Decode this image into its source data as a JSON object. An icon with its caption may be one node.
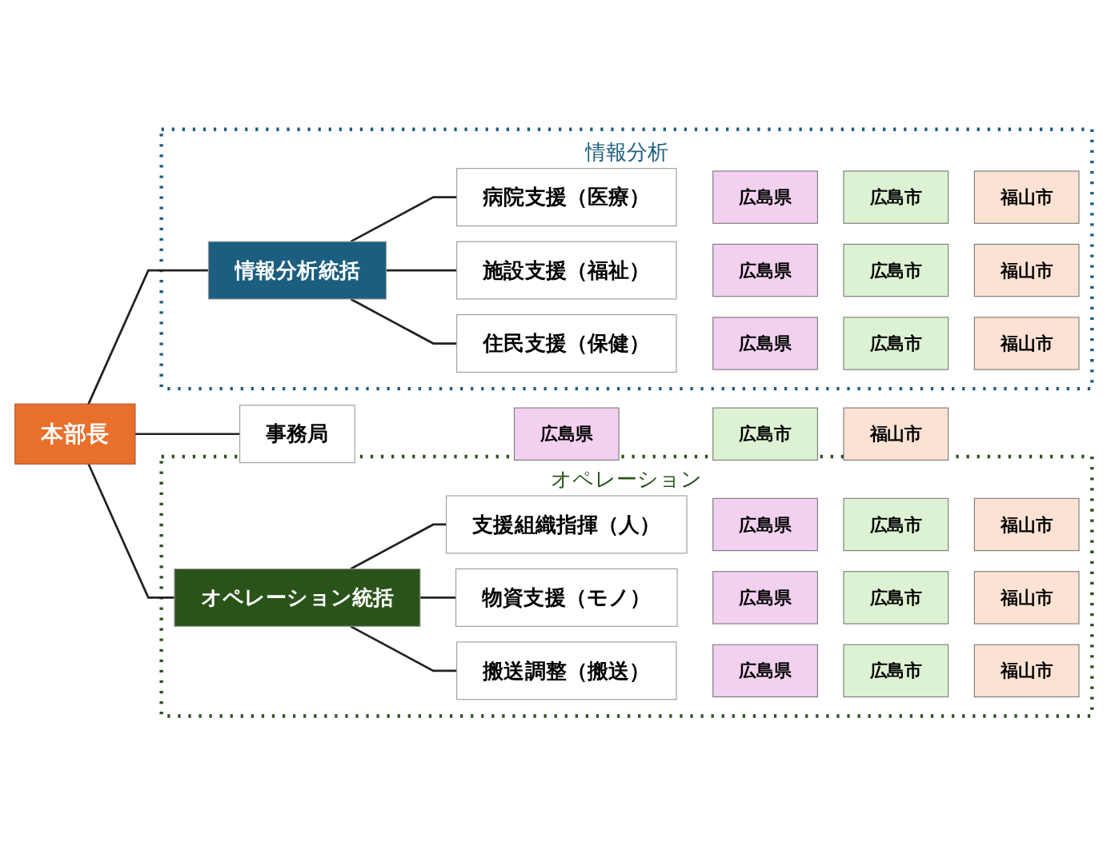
{
  "diagram": {
    "nodes": [
      {
        "text": [
          "本部長"
        ]
      },
      {
        "text": [
          "事務局"
        ]
      },
      {
        "text": [
          "広島県"
        ]
      },
      {
        "text": [
          "広島市"
        ]
      },
      {
        "text": [
          "福山市"
        ]
      },
      {
        "text": [
          "オペレーション"
        ]
      },
      {
        "text": [
          "オペレーション統括"
        ],
        "in": 5
      },
      {
        "text": [
          "支援組織指揮（人）"
        ],
        "in": 5
      },
      {
        "text": [
          "広島県"
        ],
        "in": 5
      },
      {
        "text": [
          "広島市"
        ],
        "in": 5
      },
      {
        "text": [
          "福山市"
        ],
        "in": 5
      },
      {
        "text": [
          "物資支援（モノ）"
        ],
        "in": 5
      },
      {
        "text": [
          "広島県"
        ],
        "in": 5
      },
      {
        "text": [
          "広島市"
        ],
        "in": 5
      },
      {
        "text": [
          "福山市"
        ],
        "in": 5
      },
      {
        "text": [
          "搬送調整（搬送）"
        ],
        "in": 5
      },
      {
        "text": [
          "広島県"
        ],
        "in": 5
      },
      {
        "text": [
          "広島市"
        ],
        "in": 5
      },
      {
        "text": [
          "福山市"
        ],
        "in": 5
      },
      {
        "text": [
          "情報分析"
        ]
      },
      {
        "text": [
          "情報分析統括"
        ],
        "in": 19
      },
      {
        "text": [
          "病院支援（医療）"
        ],
        "in": 19
      },
      {
        "text": [
          "広島県"
        ],
        "in": 19
      },
      {
        "text": [
          "広島市"
        ],
        "in": 19
      },
      {
        "text": [
          "福山市"
        ],
        "in": 19
      },
      {
        "text": [
          "施設支援（福祉）"
        ],
        "in": 19
      },
      {
        "text": [
          "広島県"
        ],
        "in": 19
      },
      {
        "text": [
          "広島市"
        ],
        "in": 19
      },
      {
        "text": [
          "福山市"
        ],
        "in": 19
      },
      {
        "text": [
          "住民支援（保健）"
        ],
        "in": 19
      },
      {
        "text": [
          "広島県"
        ],
        "in": 19
      },
      {
        "text": [
          "広島市"
        ],
        "in": 19
      },
      {
        "text": [
          "福山市"
        ],
        "in": 19
      }
    ],
    "edges": [
      {
        "from": 0,
        "to": 1,
        "arrow": "none"
      },
      {
        "from": 0,
        "to": 6,
        "arrow": "none"
      },
      {
        "from": 0,
        "to": 20,
        "arrow": "none"
      },
      {
        "from": 6,
        "to": 7,
        "arrow": "none"
      },
      {
        "from": 6,
        "to": 11,
        "arrow": "none"
      },
      {
        "from": 6,
        "to": 15,
        "arrow": "none"
      },
      {
        "from": 20,
        "to": 21,
        "arrow": "none"
      },
      {
        "from": 20,
        "to": 25,
        "arrow": "none"
      },
      {
        "from": 20,
        "to": 29,
        "arrow": "none"
      }
    ]
  }
}
